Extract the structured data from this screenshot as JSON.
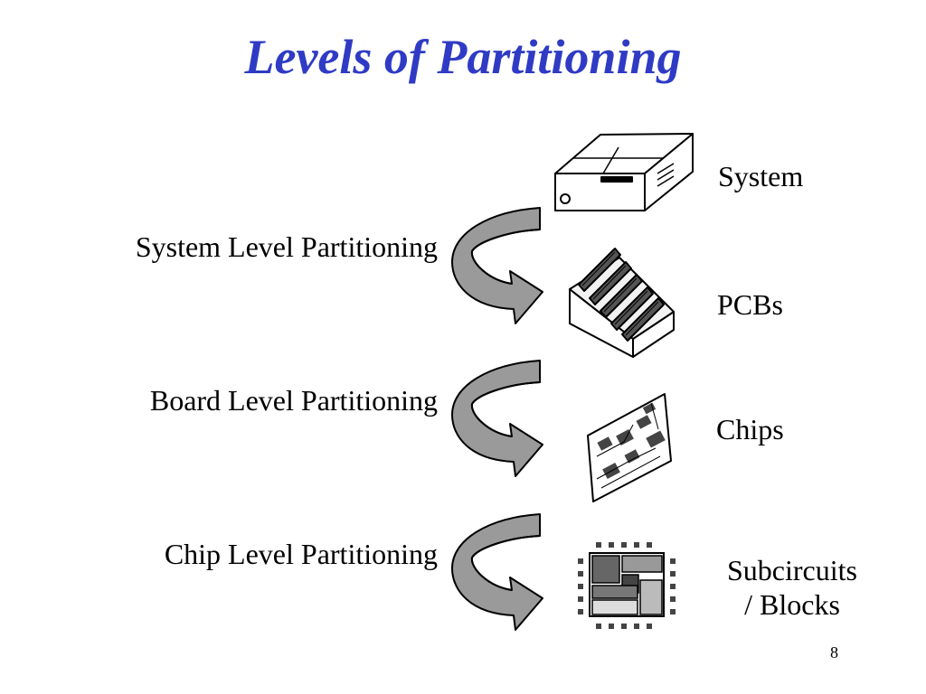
{
  "slide": {
    "title": "Levels of Partitioning",
    "page_number": "8"
  },
  "partitioning_steps": [
    {
      "label": "System Level Partitioning"
    },
    {
      "label": "Board Level Partitioning"
    },
    {
      "label": "Chip Level Partitioning"
    }
  ],
  "levels": [
    {
      "label": "System",
      "icon": "system-box-icon"
    },
    {
      "label": "PCBs",
      "icon": "pcb-rack-icon"
    },
    {
      "label": "Chips",
      "icon": "circuit-board-icon"
    },
    {
      "label_line1": "Subcircuits",
      "label_line2": "/ Blocks",
      "icon": "chip-die-icon"
    }
  ],
  "colors": {
    "title": "#2f3bc4",
    "arrow_fill": "#9a9a9a",
    "arrow_outline": "#000000"
  }
}
